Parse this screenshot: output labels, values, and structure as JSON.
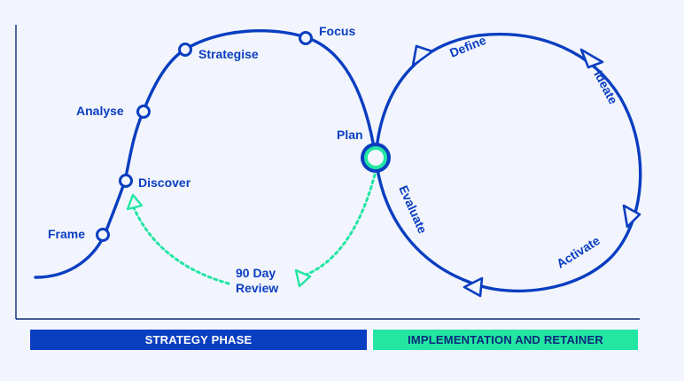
{
  "colors": {
    "background": "#f2f5fd",
    "navy": "#0a3ec1",
    "mint": "#22e6a2",
    "axis": "#0a2a7a"
  },
  "strategy_nodes": {
    "frame": "Frame",
    "discover": "Discover",
    "analyse": "Analyse",
    "strategise": "Strategise",
    "focus": "Focus",
    "plan": "Plan"
  },
  "review": {
    "line1": "90 Day",
    "line2": "Review"
  },
  "implementation_cycle": {
    "define": "Define",
    "ideate": "Ideate",
    "activate": "Activate",
    "evaluate": "Evaluate"
  },
  "phases": {
    "strategy": "STRATEGY PHASE",
    "implementation": "IMPLEMENTATION AND RETAINER"
  }
}
